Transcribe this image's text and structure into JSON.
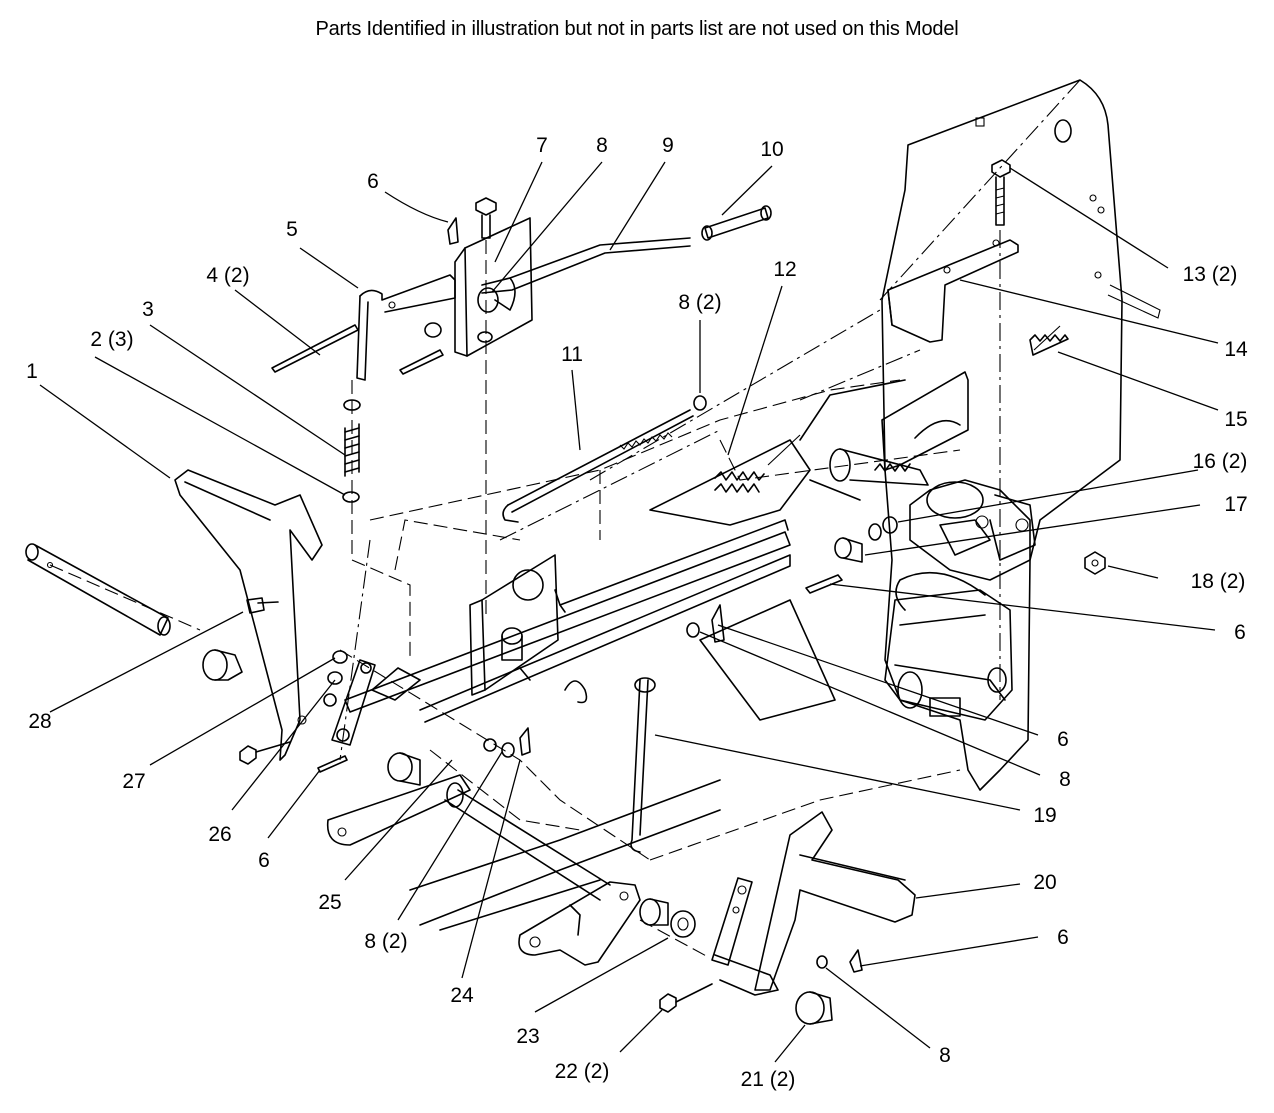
{
  "note": "Parts Identified  in illustration but not in parts list are not used on this Model",
  "callouts": [
    {
      "id": "c1",
      "text": "1"
    },
    {
      "id": "c2",
      "text": "2 (3)"
    },
    {
      "id": "c3",
      "text": "3"
    },
    {
      "id": "c4",
      "text": "4 (2)"
    },
    {
      "id": "c5",
      "text": "5"
    },
    {
      "id": "c6a",
      "text": "6"
    },
    {
      "id": "c7",
      "text": "7"
    },
    {
      "id": "c8a",
      "text": "8"
    },
    {
      "id": "c9",
      "text": "9"
    },
    {
      "id": "c10",
      "text": "10"
    },
    {
      "id": "c11",
      "text": "11"
    },
    {
      "id": "c8b",
      "text": "8 (2)"
    },
    {
      "id": "c12",
      "text": "12"
    },
    {
      "id": "c13",
      "text": "13 (2)"
    },
    {
      "id": "c14",
      "text": "14"
    },
    {
      "id": "c15",
      "text": "15"
    },
    {
      "id": "c16",
      "text": "16 (2)"
    },
    {
      "id": "c17",
      "text": "17"
    },
    {
      "id": "c18",
      "text": "18 (2)"
    },
    {
      "id": "c6b",
      "text": "6"
    },
    {
      "id": "c6c",
      "text": "6"
    },
    {
      "id": "c8c",
      "text": "8"
    },
    {
      "id": "c19",
      "text": "19"
    },
    {
      "id": "c20",
      "text": "20"
    },
    {
      "id": "c6d",
      "text": "6"
    },
    {
      "id": "c8d",
      "text": "8"
    },
    {
      "id": "c21",
      "text": "21 (2)"
    },
    {
      "id": "c22",
      "text": "22 (2)"
    },
    {
      "id": "c23",
      "text": "23"
    },
    {
      "id": "c24",
      "text": "24"
    },
    {
      "id": "c8e",
      "text": "8 (2)"
    },
    {
      "id": "c25",
      "text": "25"
    },
    {
      "id": "c6e",
      "text": "6"
    },
    {
      "id": "c26",
      "text": "26"
    },
    {
      "id": "c27",
      "text": "27"
    },
    {
      "id": "c28",
      "text": "28"
    }
  ]
}
